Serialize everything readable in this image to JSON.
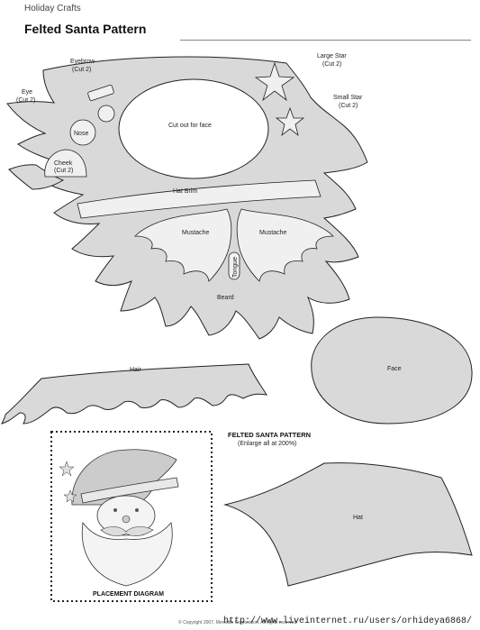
{
  "header": {
    "category": "Holiday Crafts",
    "title": "Felted Santa Pattern"
  },
  "pieces": {
    "eyebrow": "Eyebrow",
    "eyebrow_cut": "(Cut 2)",
    "eye": "Eye",
    "eye_cut": "(Cut 2)",
    "nose": "Nose",
    "cheek": "Cheek",
    "cheek_cut": "(Cut 2)",
    "face_cutout": "Cut out for face",
    "large_star": "Large Star",
    "large_star_cut": "(Cut 2)",
    "small_star": "Small Star",
    "small_star_cut": "(Cut 2)",
    "hat_brim": "Hat Brim",
    "mustache_left": "Mustache",
    "mustache_right": "Mustache",
    "tongue": "Tongue",
    "beard": "Beard",
    "hair": "Hair",
    "face": "Face",
    "hat": "Hat"
  },
  "pattern_info": {
    "title": "FELTED SANTA PATTERN",
    "instruction": "(Enlarge all at 200%)"
  },
  "placement": {
    "label": "PLACEMENT DIAGRAM"
  },
  "footer": {
    "copyright": "© Copyright 2007, Meredith Corporation. All rights reserved.",
    "watermark": "http://www.liveinternet.ru/users/orhideya6868/"
  },
  "colors": {
    "felt_fill": "#d9d9d9",
    "inner_fill": "#f0f0f0",
    "outline": "#222222"
  }
}
